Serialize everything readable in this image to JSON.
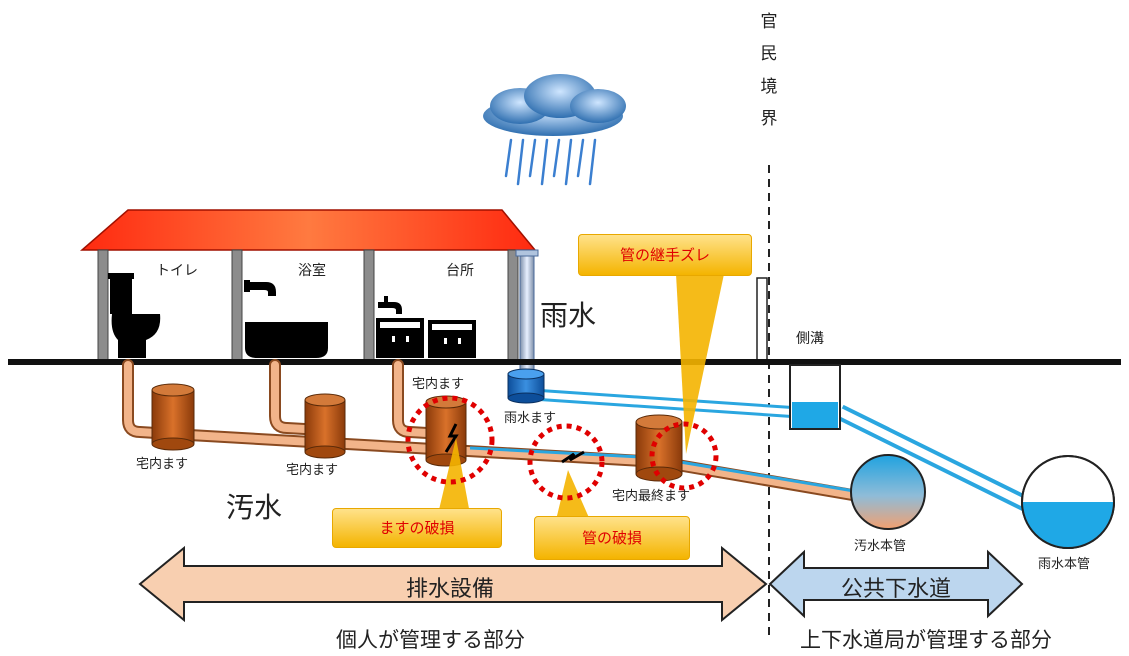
{
  "boundary": {
    "chars": [
      "官",
      "民",
      "境",
      "界"
    ]
  },
  "rooms": {
    "toilet": "トイレ",
    "bath": "浴室",
    "kitchen": "台所"
  },
  "rain_label": "雨水",
  "sewage_label": "汚水",
  "side_ditch": "側溝",
  "basins": {
    "b1": "宅内ます",
    "b2": "宅内ます",
    "b3": "宅内ます",
    "rain": "雨水ます",
    "final": "宅内最終ます"
  },
  "mains": {
    "sewage": "汚水本管",
    "rain": "雨水本管"
  },
  "callouts": {
    "joint_shift": "管の継手ズレ",
    "basin_damage": "ますの破損",
    "pipe_damage": "管の破損"
  },
  "arrows": {
    "private": "排水設備",
    "public": "公共下水道"
  },
  "footer": {
    "private": "個人が管理する部分",
    "public": "上下水道局が管理する部分"
  },
  "colors": {
    "roof": "#ff3a1a",
    "pipe_sewage": "#f2b48a",
    "pipe_rain": "#2aa6e0",
    "basin": "#c45a1a",
    "callout": "#f4b400",
    "private_arrow": "#f8cfb0",
    "public_arrow": "#bcd6ee",
    "damage_ring": "#e00000"
  },
  "icons": [
    "rain-cloud-icon",
    "toilet-icon",
    "faucet-icon",
    "bathtub-icon",
    "kitchen-cabinet-icon",
    "crack-icon"
  ]
}
